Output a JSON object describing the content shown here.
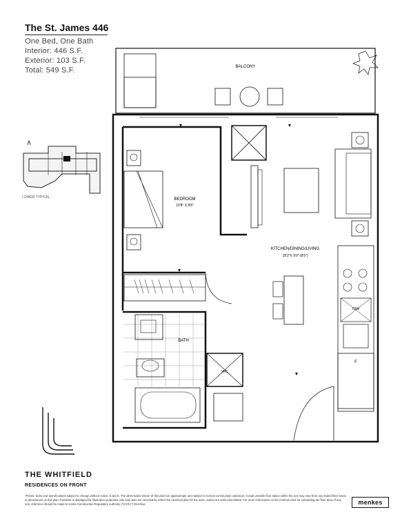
{
  "header": {
    "unit_name": "The St. James 446",
    "unit_type": "One Bed, One Bath",
    "interior": "Interior: 446 S.F.",
    "exterior": "Exterior: 103 S.F.",
    "total": "Total: 549 S.F."
  },
  "keyplan": {
    "label": "LOWER TYPICAL"
  },
  "rooms": {
    "balcony": "BALCONY",
    "bedroom": "BEDROOM",
    "bedroom_dims": "10'8\" X 8'8\"",
    "kitchen": "KITCHEN/DINING/LIVING",
    "kitchen_dims": "18'2\"X 9'0\" (8'5\")",
    "bath": "BATH",
    "wic": "WIC",
    "dw": "D/W",
    "fridge": "F"
  },
  "branding": {
    "name": "THE WHITFIELD",
    "subtitle": "RESIDENCES ON FRONT",
    "developer": "menkes"
  },
  "disclaimer": "*Prices, sizes and specifications subject to change without notice. E.&O.E. The dimensions shown of this plan are approximate and subject to normal construction variances. Actual useable floor space within the unit may vary from any stated floor areas or dimensions on this plan. Furniture is displayed for illustration purposes only and does not necessarily reflect the electrical plan for the suite. Suites are sold unfurnished. For more information on the method used for calculating the floor area of any unit, reference should be made to Home Construction Regulatory Authority (\"HCRA\") Directive."
}
